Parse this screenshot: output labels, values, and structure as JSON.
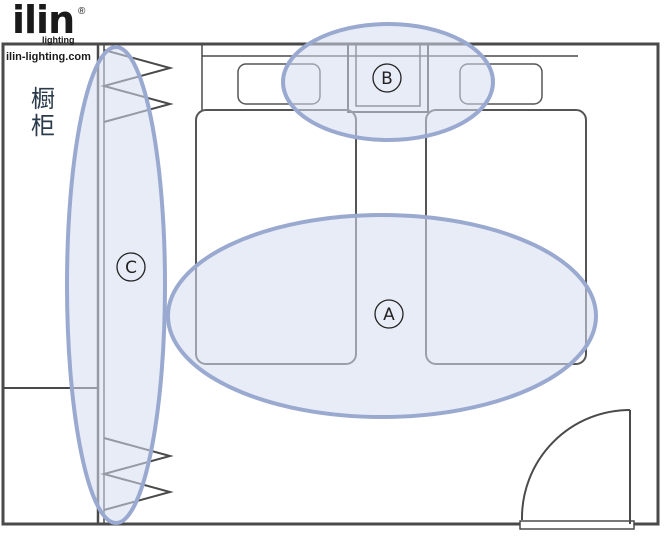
{
  "logo": {
    "word": "ilin",
    "registered": "®",
    "sub": "lighting",
    "url": "ilin-lighting.com"
  },
  "labels": {
    "cabinet_line1": "橱",
    "cabinet_line2": "柜"
  },
  "zones": {
    "a": "A",
    "b": "B",
    "c": "C"
  },
  "colors": {
    "wall": "#4a4a4a",
    "furniture": "#555555",
    "zone_fill": "#d6dcf0",
    "zone_stroke": "#9aa9cf"
  }
}
